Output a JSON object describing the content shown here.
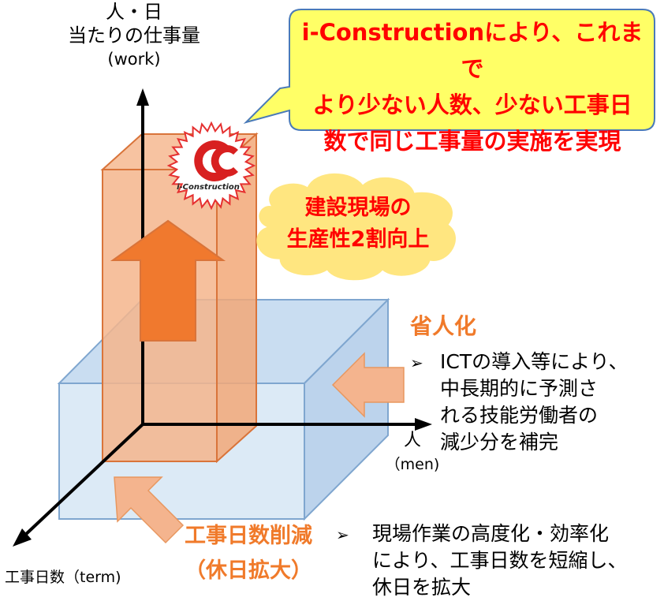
{
  "axes": {
    "vertical_label_line1": "人・日",
    "vertical_label_line2": "当たりの仕事量",
    "vertical_label_line3": "(work)",
    "men_label_line1": "人",
    "men_label_line2": "（men)",
    "term_label": "工事日数（term)"
  },
  "callout": {
    "line1": "i-Constructionにより、これまで",
    "line2": "より少ない人数、少ない工事日",
    "line3": "数で同じ工事量の実施を実現"
  },
  "logo": {
    "text": "i-Construction"
  },
  "cloud": {
    "line1": "建設現場の",
    "line2": "生産性2割向上"
  },
  "labor_saving": {
    "title": "省人化",
    "bullet": "➢",
    "lines": [
      "ICTの導入等により、",
      "中長期的に予測さ",
      "れる技能労働者の",
      "減少分を補完"
    ]
  },
  "day_reduction": {
    "title_line1": "工事日数削減",
    "title_line2": "（休日拡大）",
    "bullet": "➢",
    "lines": [
      "現場作業の高度化・効率化",
      "により、工事日数を短縮し、",
      "休日を拡大"
    ]
  },
  "colors": {
    "box_fill": "#d6e6f5",
    "box_stroke": "#7fa6cf",
    "column_fill": "#f5b58c",
    "column_stroke": "#d9743a",
    "arrow_fill": "#f0792e",
    "side_arrow_fill": "#f4b48e",
    "callout_fill": "#ffff66",
    "callout_stroke": "#4a7ab8",
    "cloud_fill": "#ffe680",
    "red_text": "#ff0000",
    "orange_text": "#f07a2a"
  }
}
